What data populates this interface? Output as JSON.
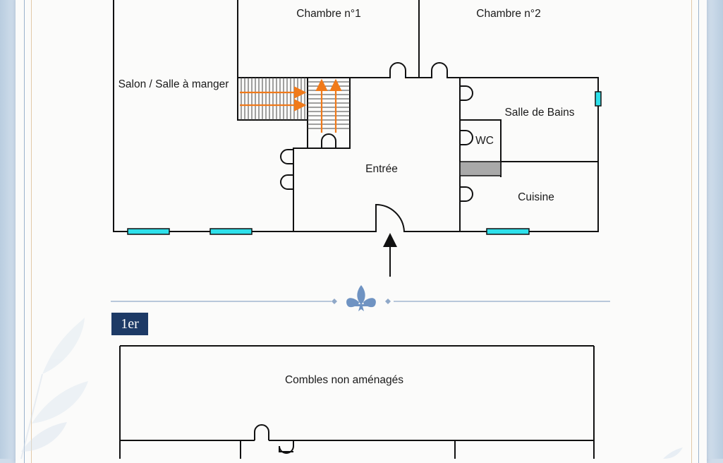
{
  "ground_floor": {
    "rooms": {
      "chambre1": "Chambre n°1",
      "chambre2": "Chambre n°2",
      "salon": "Salon / Salle à manger",
      "salle_de_bains": "Salle de Bains",
      "wc": "WC",
      "entree": "Entrée",
      "cuisine": "Cuisine"
    }
  },
  "divider": {
    "ornament_icon": "fleur-de-lis-icon"
  },
  "first_floor": {
    "level_label": "1er",
    "rooms": {
      "combles": "Combles non aménagés"
    }
  },
  "colors": {
    "walls": "#111111",
    "windows": "#2ee0ea",
    "stair_arrows": "#f07a1a",
    "badge": "#1d3a66",
    "divider": "#8fa8c8",
    "fleur": "#6f93c2"
  }
}
